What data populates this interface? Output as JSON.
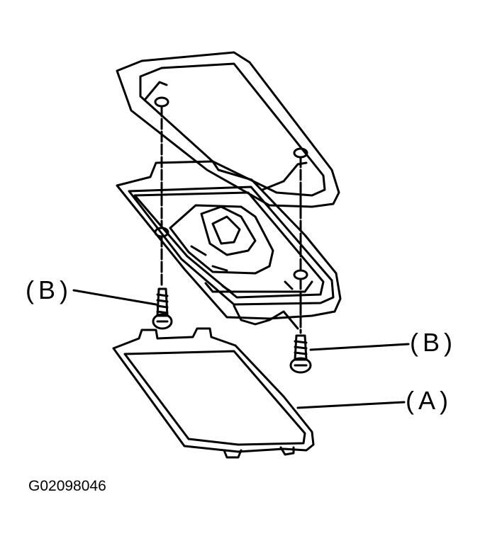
{
  "diagram": {
    "labels": {
      "screw_left": "(B)",
      "screw_right": "(B)",
      "lens_cover": "(A)"
    },
    "figure_code": "G02098046"
  }
}
